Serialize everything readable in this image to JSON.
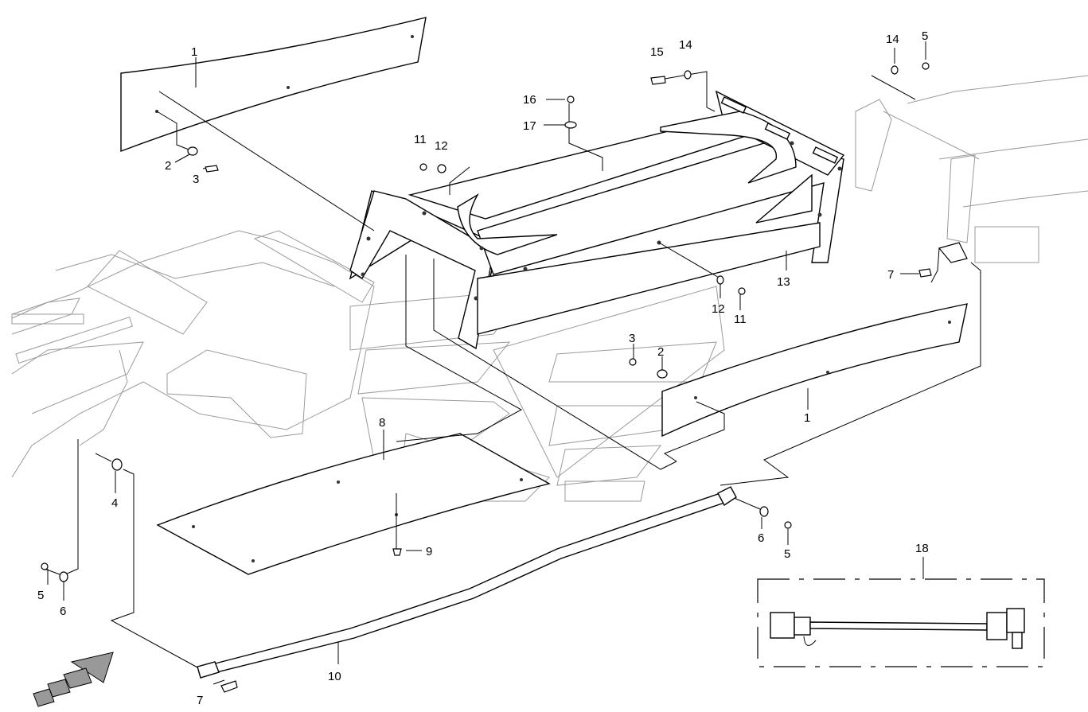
{
  "callouts": [
    {
      "id": "c1a",
      "text": "1"
    },
    {
      "id": "c1b",
      "text": "1"
    },
    {
      "id": "c2a",
      "text": "2"
    },
    {
      "id": "c2b",
      "text": "2"
    },
    {
      "id": "c3a",
      "text": "3"
    },
    {
      "id": "c3b",
      "text": "3"
    },
    {
      "id": "c4",
      "text": "4"
    },
    {
      "id": "c5a",
      "text": "5"
    },
    {
      "id": "c5b",
      "text": "5"
    },
    {
      "id": "c5c",
      "text": "5"
    },
    {
      "id": "c6a",
      "text": "6"
    },
    {
      "id": "c6b",
      "text": "6"
    },
    {
      "id": "c7a",
      "text": "7"
    },
    {
      "id": "c7b",
      "text": "7"
    },
    {
      "id": "c8",
      "text": "8"
    },
    {
      "id": "c9",
      "text": "9"
    },
    {
      "id": "c10",
      "text": "10"
    },
    {
      "id": "c11a",
      "text": "11"
    },
    {
      "id": "c11b",
      "text": "11"
    },
    {
      "id": "c12a",
      "text": "12"
    },
    {
      "id": "c12b",
      "text": "12"
    },
    {
      "id": "c13",
      "text": "13"
    },
    {
      "id": "c14a",
      "text": "14"
    },
    {
      "id": "c14b",
      "text": "14"
    },
    {
      "id": "c15",
      "text": "15"
    },
    {
      "id": "c16",
      "text": "16"
    },
    {
      "id": "c17",
      "text": "17"
    },
    {
      "id": "c18",
      "text": "18"
    }
  ],
  "icons": {
    "direction": "forward-direction-arrow-icon"
  }
}
